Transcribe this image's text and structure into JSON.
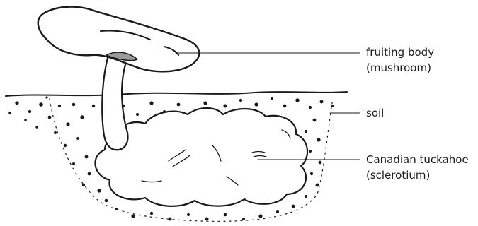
{
  "labels": {
    "fruiting_body_line1": "fruiting body",
    "fruiting_body_line2": "(mushroom)",
    "soil": "soil",
    "tuckahoe_line1": "Canadian tuckahoe",
    "tuckahoe_line2": "(sclerotium)"
  },
  "colors": {
    "ink": "#1a1a1a",
    "background": "#ffffff"
  }
}
